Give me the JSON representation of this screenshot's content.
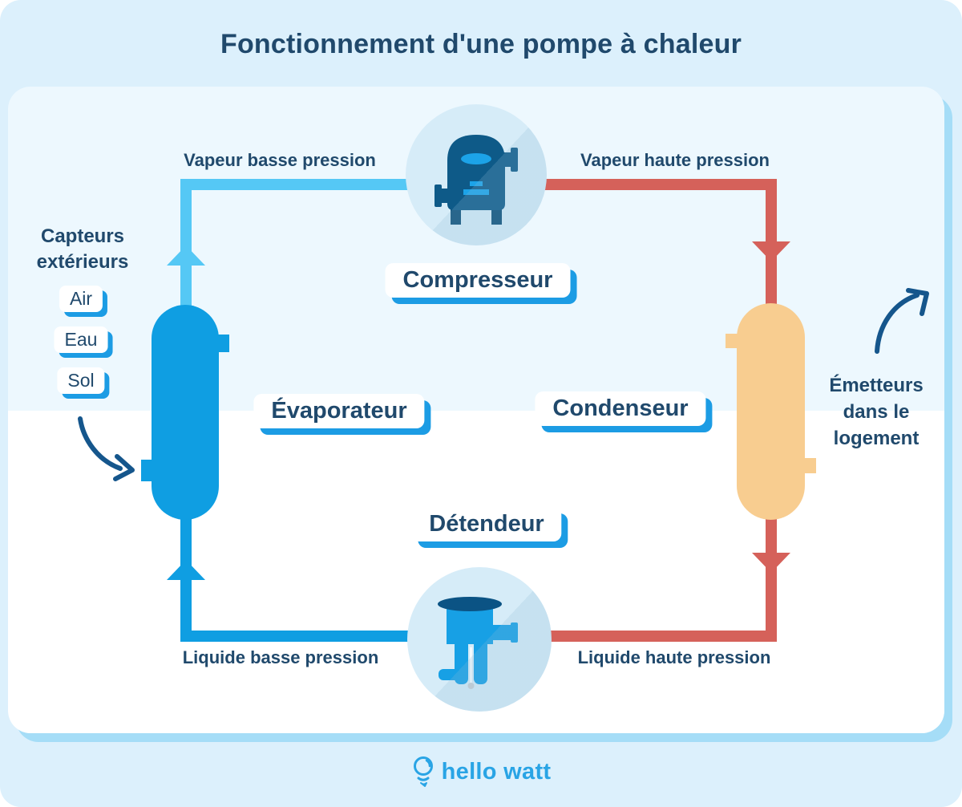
{
  "title": "Fonctionnement d'une pompe à chaleur",
  "labels": {
    "compressor": "Compresseur",
    "evaporator": "Évaporateur",
    "condenser": "Condenseur",
    "expansion_valve": "Détendeur"
  },
  "pipes": {
    "vapor_low": "Vapeur basse pression",
    "vapor_high": "Vapeur haute pression",
    "liquid_low": "Liquide basse pression",
    "liquid_high": "Liquide haute pression"
  },
  "sources": {
    "heading": "Capteurs extérieurs",
    "items": [
      "Air",
      "Eau",
      "Sol"
    ]
  },
  "emitters": {
    "heading": "Émetteurs dans le logement"
  },
  "footer": {
    "brand": "hello watt"
  },
  "colors": {
    "background": "#DCF0FC",
    "panel_top": "#EDF8FE",
    "panel_bottom": "#FFFFFF",
    "panel_shadow": "#A5DDF7",
    "text_navy": "#20496C",
    "pipe_light_blue": "#55C8F5",
    "pipe_blue": "#0F9EE2",
    "pipe_red": "#D5615A",
    "condenser_orange": "#F8CD90",
    "compressor_dark_blue": "#0E5A88",
    "icon_circle_bg": "#D6ECF8",
    "label_shadow_blue": "#1C9CE4",
    "brand_blue": "#29A4E5",
    "arrow_navy": "#15568C"
  }
}
